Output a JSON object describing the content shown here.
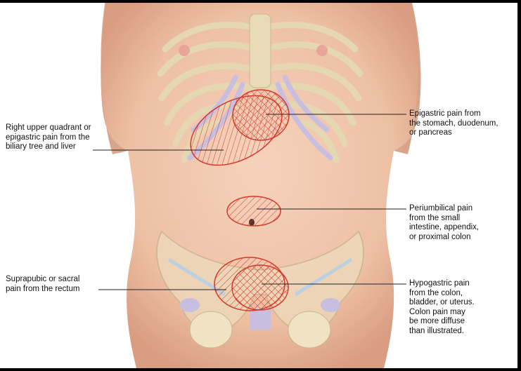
{
  "labels": {
    "ruq": "Right upper quadrant or\nepigastric pain from the\nbiliary tree and liver",
    "epigastric": "Epigastric pain from\nthe stomach, duodenum,\nor pancreas",
    "periumbilical": "Periumbilical pain\nfrom the small\nintestine, appendix,\nor proximal colon",
    "suprapubic": "Suprapubic or sacral\npain from the rectum",
    "hypogastric": "Hypogastric pain\nfrom the colon,\nbladder, or uterus.\nColon pain may\nbe more diffuse\nthan illustrated."
  },
  "colors": {
    "skin": "#f0c6ad",
    "skin_shadow": "#d99d82",
    "bone": "#efe3c4",
    "cartilage": "#c8bfe0",
    "pain_zone": "#d4392b",
    "leader_line": "#222222"
  }
}
